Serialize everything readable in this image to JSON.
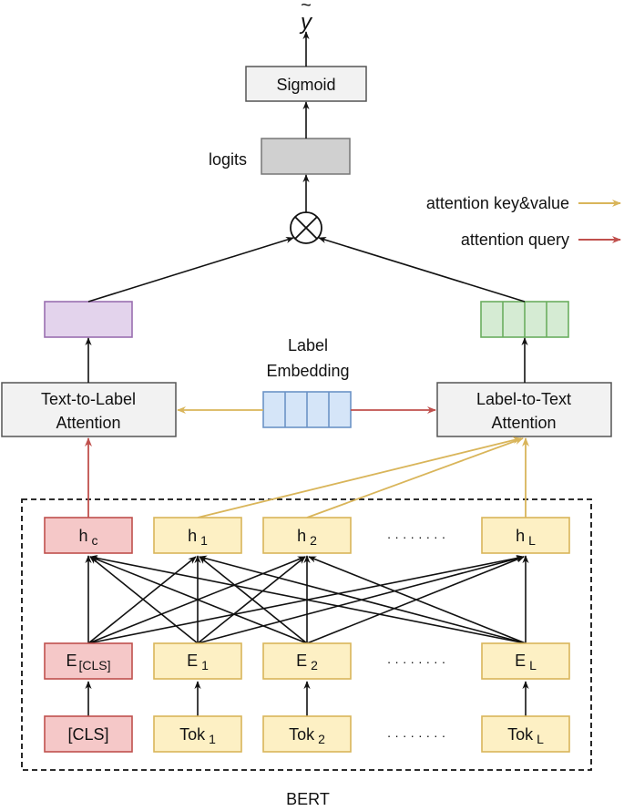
{
  "output": {
    "symbol": "y",
    "tilde": "~"
  },
  "sigmoid": {
    "label": "Sigmoid"
  },
  "logits": {
    "label": "logits"
  },
  "legend": {
    "key_value": "attention key&value",
    "query": "attention query"
  },
  "label_embedding": {
    "line1": "Label",
    "line2": "Embedding"
  },
  "text_to_label": {
    "line1": "Text-to-Label",
    "line2": "Attention"
  },
  "label_to_text": {
    "line1": "Label-to-Text",
    "line2": "Attention"
  },
  "hidden": {
    "hc": {
      "base": "h",
      "sub": "c"
    },
    "h1": {
      "base": "h",
      "sub": "1"
    },
    "h2": {
      "base": "h",
      "sub": "2"
    },
    "hL": {
      "base": "h",
      "sub": "L"
    }
  },
  "embeddings": {
    "ecls": {
      "base": "E",
      "sub": "[CLS]"
    },
    "e1": {
      "base": "E",
      "sub": "1"
    },
    "e2": {
      "base": "E",
      "sub": "2"
    },
    "eL": {
      "base": "E",
      "sub": "L"
    }
  },
  "tokens": {
    "cls": {
      "label": "[CLS]"
    },
    "t1": {
      "base": "Tok",
      "sub": "1"
    },
    "t2": {
      "base": "Tok",
      "sub": "2"
    },
    "tL": {
      "base": "Tok",
      "sub": "L"
    }
  },
  "ellipsis": "· · · · · · · ·",
  "bert_label": "BERT",
  "colors": {
    "key_value": "#d9b55a",
    "query": "#c0504d",
    "red_fill": "#f5c8c8",
    "red_stroke": "#c0504d",
    "yellow_fill": "#fdf0c4",
    "yellow_stroke": "#d9b55a",
    "purple_fill": "#e3d3ec",
    "purple_stroke": "#9a6fb0",
    "green_fill": "#d5ebd3",
    "green_stroke": "#6aad5f",
    "blue_fill": "#d5e5f8",
    "blue_stroke": "#6c93c7",
    "gray_fill": "#d0d0d0",
    "light_fill": "#f2f2f2"
  }
}
